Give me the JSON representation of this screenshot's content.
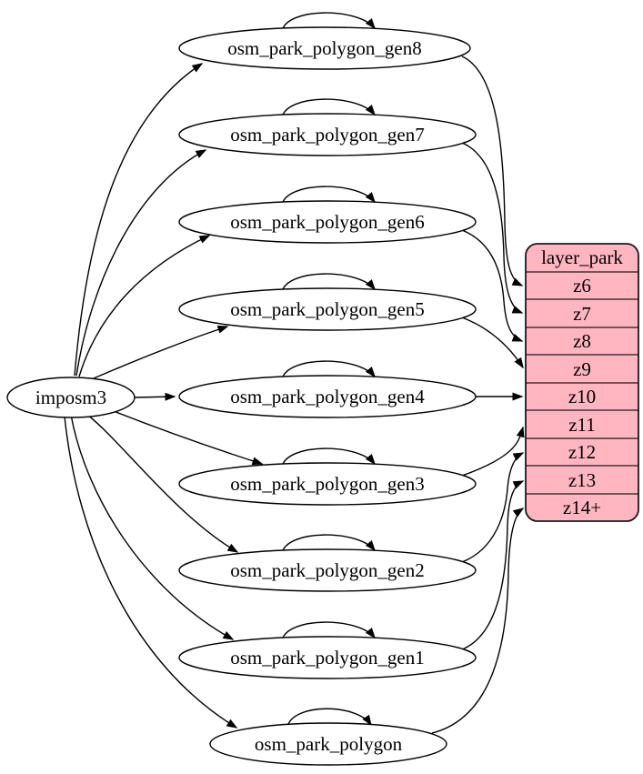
{
  "colors": {
    "layer_fill": "#ffb6c1",
    "node_fill": "#ffffff",
    "stroke": "#000000",
    "background": "#ffffff"
  },
  "source": {
    "label": "imposm3"
  },
  "tables": [
    {
      "label": "osm_park_polygon_gen8",
      "feeds_row": "z6"
    },
    {
      "label": "osm_park_polygon_gen7",
      "feeds_row": "z7"
    },
    {
      "label": "osm_park_polygon_gen6",
      "feeds_row": "z8"
    },
    {
      "label": "osm_park_polygon_gen5",
      "feeds_row": "z9"
    },
    {
      "label": "osm_park_polygon_gen4",
      "feeds_row": "z10"
    },
    {
      "label": "osm_park_polygon_gen3",
      "feeds_row": "z11"
    },
    {
      "label": "osm_park_polygon_gen2",
      "feeds_row": "z12"
    },
    {
      "label": "osm_park_polygon_gen1",
      "feeds_row": "z13"
    },
    {
      "label": "osm_park_polygon",
      "feeds_row": "z14+"
    }
  ],
  "layer": {
    "title": "layer_park",
    "rows": [
      "z6",
      "z7",
      "z8",
      "z9",
      "z10",
      "z11",
      "z12",
      "z13",
      "z14+"
    ]
  }
}
